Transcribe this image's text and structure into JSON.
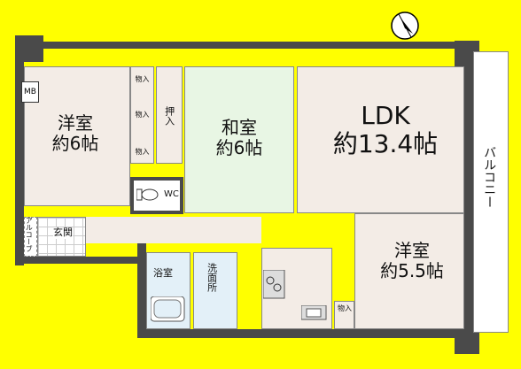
{
  "rooms": {
    "western_a": {
      "name": "洋室",
      "size": "約6帖"
    },
    "japanese": {
      "name": "和室",
      "size": "約6帖"
    },
    "ldk": {
      "name": "LDK",
      "size": "約13.4帖"
    },
    "western_b": {
      "name": "洋室",
      "size": "約5.5帖"
    }
  },
  "labels": {
    "mb": "MB",
    "closet_small": "物入",
    "oshiire": "押入",
    "wc": "WC",
    "alcove": "アルコーブ",
    "entrance": "玄関",
    "bath": "浴室",
    "washroom": "洗面所",
    "balcony": "バルコニー"
  },
  "colors": {
    "background": "#ffff00",
    "wall": "#4a4a4a",
    "floor_wood": "#f3ece6",
    "floor_tatami": "#e8f6e4",
    "floor_tile": "#ffffff",
    "floor_wet": "#e3f0f8"
  }
}
